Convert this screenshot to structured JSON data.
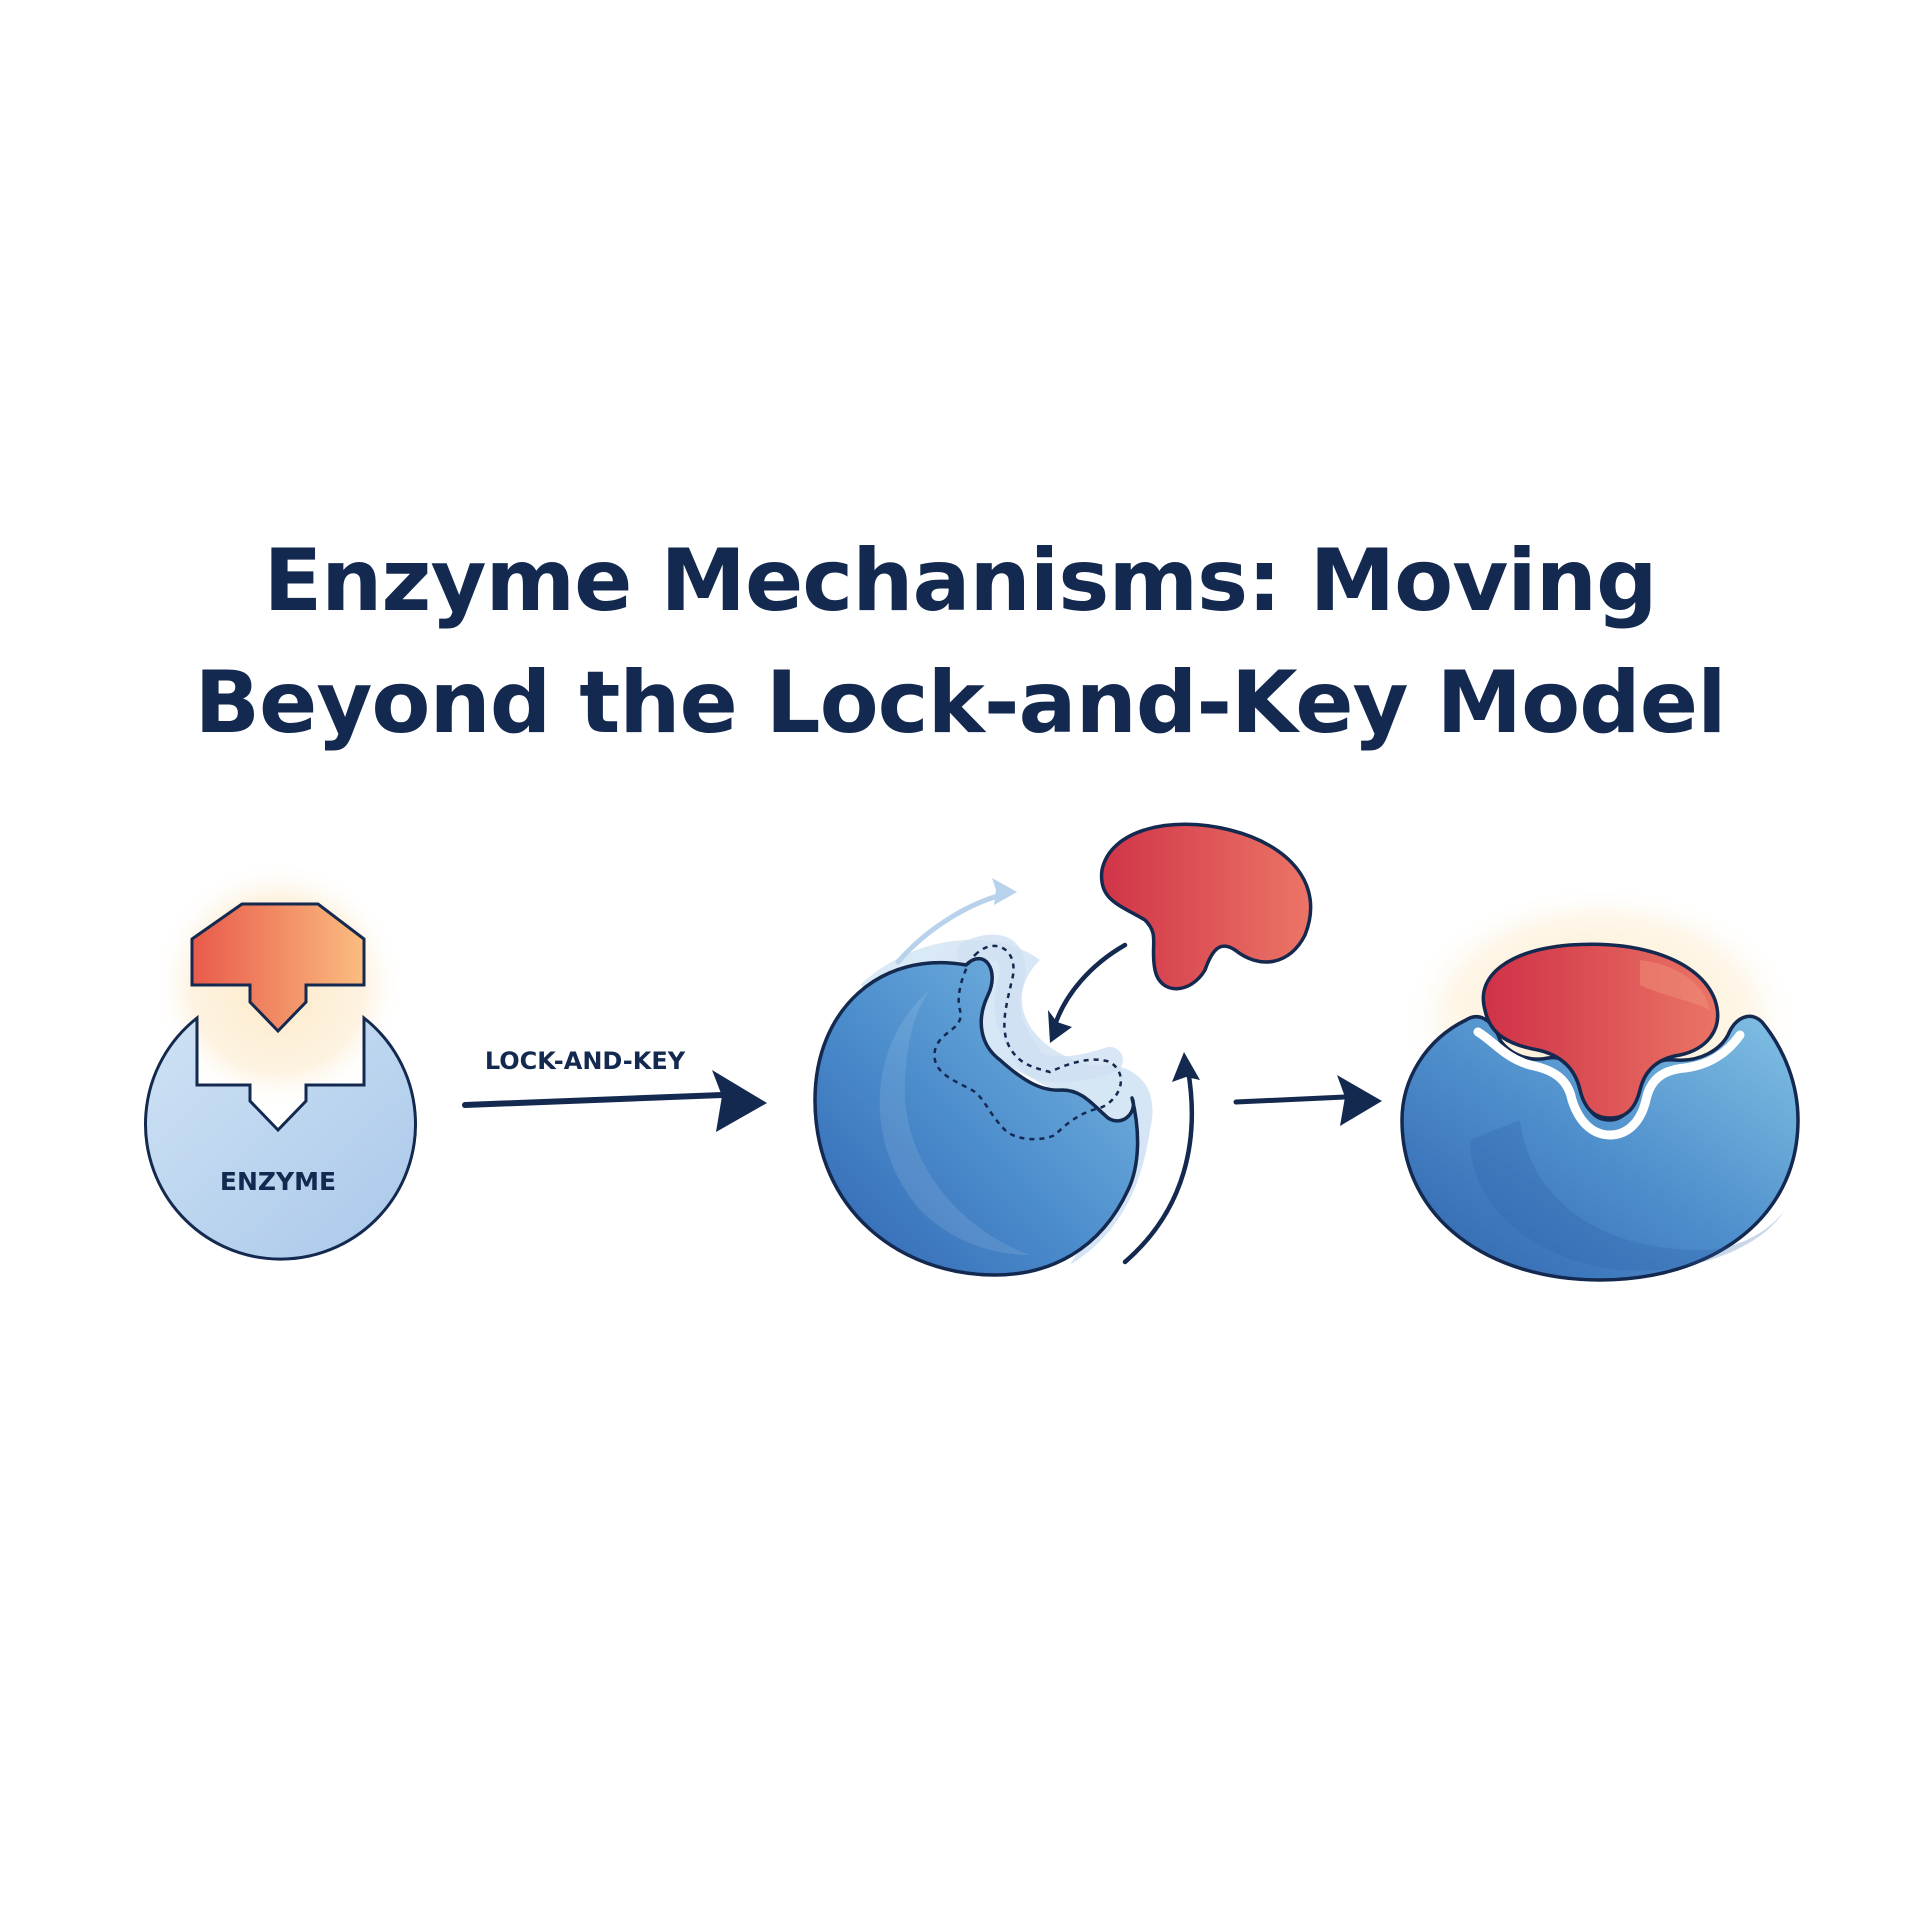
{
  "title": {
    "line1": "Enzyme Mechanisms: Moving",
    "line2": "Beyond the Lock-and-Key Model"
  },
  "labels": {
    "enzyme": "ENZYME",
    "lock_and_key": "LOCK-AND-KEY"
  },
  "icons": {
    "stage1": "lock-and-key-enzyme-icon",
    "stage2": "induced-fit-enzyme-icon",
    "stage3": "enzyme-substrate-complex-icon",
    "arrows": "right-arrow-icon"
  },
  "colors": {
    "title": "#14294f",
    "outline": "#14294f",
    "enzyme_light": "#bcd6ef",
    "enzyme_blue": "#3f7cc4",
    "substrate_red": "#d8434f",
    "substrate_orange": "#f5a36a",
    "glow": "#fbe7c4"
  }
}
